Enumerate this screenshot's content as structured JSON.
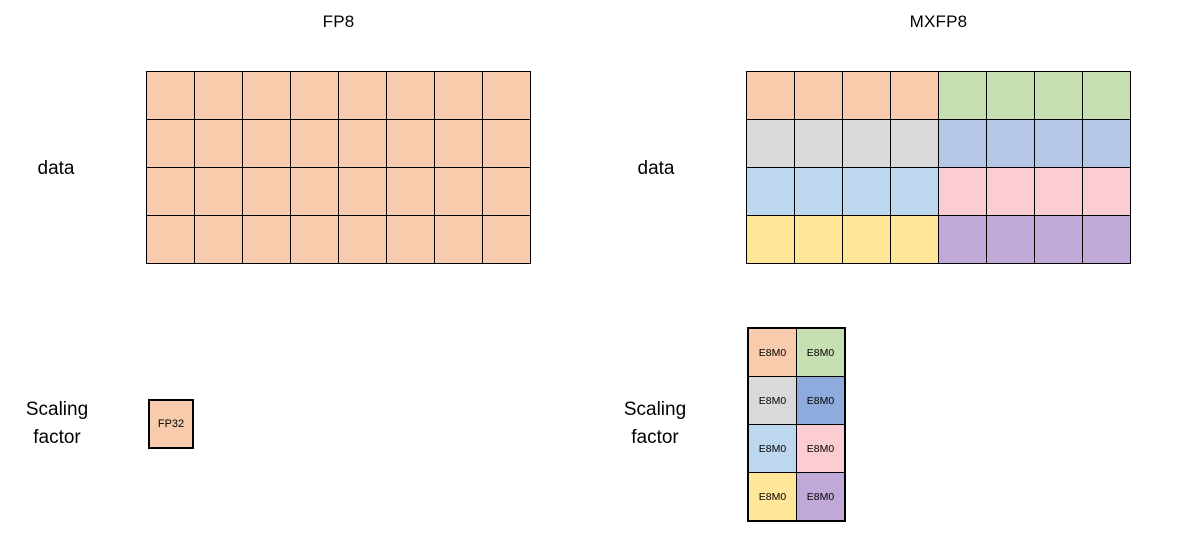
{
  "colors": {
    "orange": "#F8CBAD",
    "green": "#C6E0B4",
    "gray": "#D9D9D9",
    "blue": "#B4C7E7",
    "pale_blue": "#BDD7EE",
    "pink": "#FBCDD2",
    "yellow": "#FFE699",
    "purple": "#C0A9D8",
    "dark_blue": "#8FAADC",
    "border": "#000000",
    "background": "#FFFFFF"
  },
  "fp8": {
    "title": "FP8",
    "data_label": "data",
    "scaling_label": "Scaling factor",
    "data_grid": {
      "rows": [
        [
          "orange",
          "orange",
          "orange",
          "orange",
          "orange",
          "orange",
          "orange",
          "orange"
        ],
        [
          "orange",
          "orange",
          "orange",
          "orange",
          "orange",
          "orange",
          "orange",
          "orange"
        ],
        [
          "orange",
          "orange",
          "orange",
          "orange",
          "orange",
          "orange",
          "orange",
          "orange"
        ],
        [
          "orange",
          "orange",
          "orange",
          "orange",
          "orange",
          "orange",
          "orange",
          "orange"
        ]
      ]
    },
    "scaling_cell": {
      "label": "FP32",
      "color": "orange"
    }
  },
  "mxfp8": {
    "title": "MXFP8",
    "data_label": "data",
    "scaling_label": "Scaling factor",
    "data_grid": {
      "rows": [
        [
          "orange",
          "orange",
          "orange",
          "orange",
          "green",
          "green",
          "green",
          "green"
        ],
        [
          "gray",
          "gray",
          "gray",
          "gray",
          "blue",
          "blue",
          "blue",
          "blue"
        ],
        [
          "pale_blue",
          "pale_blue",
          "pale_blue",
          "pale_blue",
          "pink",
          "pink",
          "pink",
          "pink"
        ],
        [
          "yellow",
          "yellow",
          "yellow",
          "yellow",
          "purple",
          "purple",
          "purple",
          "purple"
        ]
      ]
    },
    "scaling_grid": {
      "rows": [
        [
          {
            "label": "E8M0",
            "color": "orange"
          },
          {
            "label": "E8M0",
            "color": "green"
          }
        ],
        [
          {
            "label": "E8M0",
            "color": "gray"
          },
          {
            "label": "E8M0",
            "color": "dark_blue"
          }
        ],
        [
          {
            "label": "E8M0",
            "color": "pale_blue"
          },
          {
            "label": "E8M0",
            "color": "pink"
          }
        ],
        [
          {
            "label": "E8M0",
            "color": "yellow"
          },
          {
            "label": "E8M0",
            "color": "purple"
          }
        ]
      ]
    }
  }
}
